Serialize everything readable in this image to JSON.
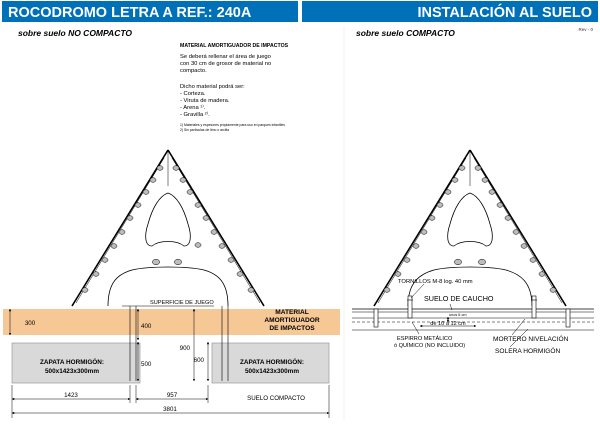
{
  "header": {
    "title_left": "ROCODROMO LETRA A REF.: 240A",
    "title_right": "INSTALACIÓN AL SUELO",
    "revision": "Rev - 0"
  },
  "colors": {
    "header_blue": "#0070b8",
    "sand": "#f6c896",
    "concrete": "#d9d9d9"
  },
  "left_panel": {
    "subtitle": "sobre suelo NO COMPACTO",
    "notes": {
      "heading": "MATERIAL AMORTIGUADOR DE IMPACTOS",
      "para1": [
        "Se deberá rellenar el área de juego",
        "con 30 cm de grosor de material no",
        "compacto."
      ],
      "intro": "Dicho material podrá ser:",
      "items": [
        "-  Corteza.",
        "-  Viruta de madera.",
        "-  Arena ¹⁾.",
        "-  Gravilla ²⁾."
      ],
      "footnotes": [
        "1) Materiales y espesores propiamente para uso en parques infantiles",
        "2) Sin partículas de limo o arcilla"
      ]
    },
    "labels": {
      "superficie": "SUPERFICIE DE JUEGO",
      "material": [
        "MATERIAL",
        "AMORTIGUADOR",
        "DE IMPACTOS"
      ],
      "zapata_l": [
        "ZAPATA HORMIGÓN:",
        "500x1423x300mm"
      ],
      "zapata_r": [
        "ZAPATA HORMIGÓN:",
        "500x1423x300mm"
      ],
      "suelo": "SUELO COMPACTO"
    },
    "dims": {
      "d300": "300",
      "d400": "400",
      "d500": "500",
      "d900": "900",
      "d600": "600",
      "d1423": "1423",
      "d957": "957",
      "d3801": "3801"
    }
  },
  "right_panel": {
    "subtitle": "sobre suelo COMPACTO",
    "labels": {
      "tornillos": "TORNILLOS M-8 log. 40 mm",
      "suelo_caucho": "SUELO DE CAUCHO",
      "unos": "unos 6 cm",
      "de10": "de 10 a 12 cm",
      "espirro": [
        "ESPIRRO METÁLICO",
        "ó QUÍMICO (NO INCLUIDO)"
      ],
      "mortero": "MORTERO NIVELACIÓN",
      "solera": "SOLERA HORMIGÓN"
    }
  }
}
